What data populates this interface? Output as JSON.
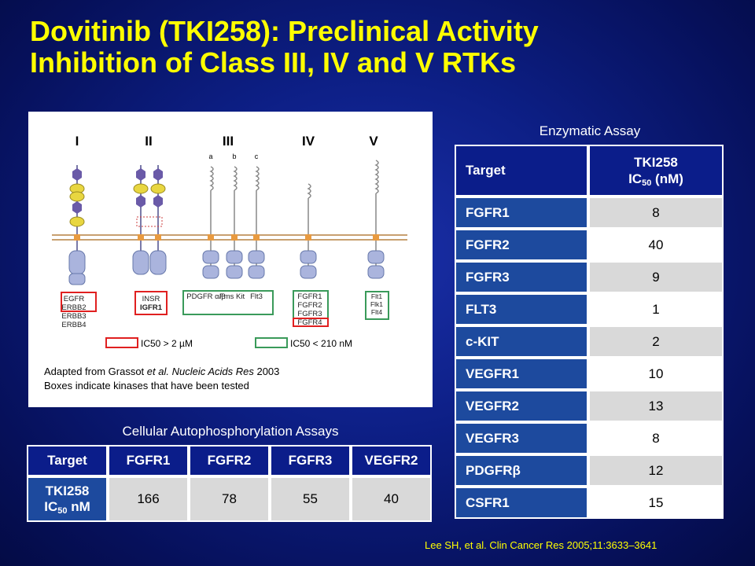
{
  "slide": {
    "title_line1": "Dovitinib (TKI258): Preclinical Activity",
    "title_line2": "Inhibition of Class III, IV and V RTKs",
    "reference": "Lee SH, et al. Clin Cancer Res 2005;11:3633–3641"
  },
  "diagram": {
    "classes": [
      "I",
      "II",
      "III",
      "IV",
      "V"
    ],
    "subclasses": [
      "a",
      "b",
      "c"
    ],
    "receptor_groups": [
      [
        "EGFR",
        "ERBB2",
        "ERBB3",
        "ERBB4"
      ],
      [
        "INSR",
        "IGFR1"
      ],
      [
        "PDGFR α/β",
        "Fms Kit",
        "Flt3"
      ],
      [
        "FGFR1",
        "FGFR2",
        "FGFR3",
        "FGFR4"
      ],
      [
        "Flt1",
        "Flk1",
        "Flt4"
      ]
    ],
    "legend": {
      "red_label": "IC50 > 2 µM",
      "green_label": "IC50 < 210 nM",
      "red_color": "#e02020",
      "green_color": "#3a9a5a"
    },
    "caption_line1_pre": "Adapted from Grassot ",
    "caption_line1_italic": "et al. Nucleic Acids Res",
    "caption_line1_post": " 2003",
    "caption_line2": "Boxes indicate kinases that have been tested"
  },
  "enzymatic": {
    "title": "Enzymatic Assay",
    "header_target": "Target",
    "header_value_line1": "TKI258",
    "header_value_ic": "IC",
    "header_value_sub": "50",
    "header_value_unit": " (nM)",
    "rows": [
      {
        "target": "FGFR1",
        "value": "8"
      },
      {
        "target": "FGFR2",
        "value": "40"
      },
      {
        "target": "FGFR3",
        "value": "9"
      },
      {
        "target": "FLT3",
        "value": "1"
      },
      {
        "target": "c-KIT",
        "value": "2"
      },
      {
        "target": "VEGFR1",
        "value": "10"
      },
      {
        "target": "VEGFR2",
        "value": "13"
      },
      {
        "target": "VEGFR3",
        "value": "8"
      },
      {
        "target": "PDGFRβ",
        "value": "12"
      },
      {
        "target": "CSFR1",
        "value": "15"
      }
    ]
  },
  "cellular": {
    "title": "Cellular Autophosphorylation Assays",
    "header_target": "Target",
    "columns": [
      "FGFR1",
      "FGFR2",
      "FGFR3",
      "VEGFR2"
    ],
    "row_label_line1": "TKI258",
    "row_label_ic": "IC",
    "row_label_sub": "50",
    "row_label_unit": " nM",
    "values": [
      "166",
      "78",
      "55",
      "40"
    ]
  },
  "colors": {
    "title": "#ffff00",
    "header_bg": "#0b1d8a",
    "target_bg": "#1d4a9e",
    "alt_row": "#d9d9d9"
  }
}
